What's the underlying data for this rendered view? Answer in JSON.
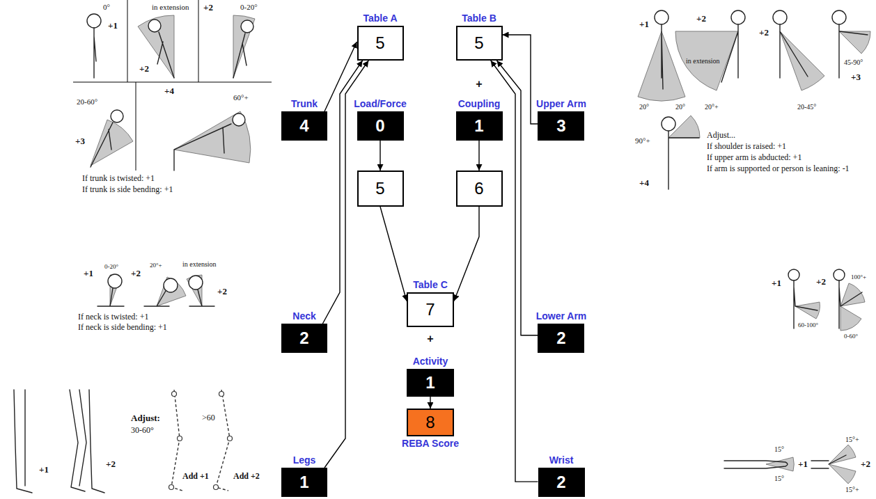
{
  "diagram": {
    "nodes": [
      {
        "text": [
          "Table A",
          "5"
        ]
      },
      {
        "text": [
          "Table B",
          "5"
        ]
      },
      {
        "text": [
          "Trunk",
          "4"
        ]
      },
      {
        "text": [
          "Load/Force",
          "0"
        ]
      },
      {
        "text": [
          "Coupling",
          "1"
        ]
      },
      {
        "text": [
          "Upper Arm",
          "3"
        ]
      },
      {
        "text": [
          "5"
        ]
      },
      {
        "text": [
          "6"
        ]
      },
      {
        "text": [
          "Table C",
          "7"
        ]
      },
      {
        "text": [
          "Neck",
          "2"
        ]
      },
      {
        "text": [
          "Lower Arm",
          "2"
        ]
      },
      {
        "text": [
          "Activity",
          "1"
        ]
      },
      {
        "text": [
          "8",
          "REBA Score"
        ]
      },
      {
        "text": [
          "Legs",
          "1"
        ]
      },
      {
        "text": [
          "Wrist",
          "2"
        ]
      }
    ],
    "edges": [
      {
        "from": 2,
        "to": 0,
        "arrow": "to"
      },
      {
        "from": 9,
        "to": 0,
        "arrow": "to"
      },
      {
        "from": 13,
        "to": 0,
        "arrow": "to"
      },
      {
        "from": 5,
        "to": 1,
        "arrow": "to"
      },
      {
        "from": 10,
        "to": 1,
        "arrow": "to"
      },
      {
        "from": 14,
        "to": 1,
        "arrow": "to"
      },
      {
        "from": 3,
        "to": 6,
        "arrow": "to"
      },
      {
        "from": 4,
        "to": 7,
        "arrow": "to"
      },
      {
        "from": 6,
        "to": 8,
        "arrow": "to"
      },
      {
        "from": 7,
        "to": 8,
        "arrow": "to"
      },
      {
        "from": 11,
        "to": 12,
        "arrow": "to"
      }
    ],
    "labels": [
      "+",
      "+",
      "0°",
      "+1",
      "in extension",
      "+2",
      "+2",
      "0-20°",
      "20-60°",
      "+3",
      "+4",
      "60°+",
      "If trunk is twisted: +1",
      "If trunk is side bending: +1",
      "+1",
      "0-20°",
      "+2",
      "20°+",
      "in extension",
      "+2",
      "If neck is twisted: +1",
      "If neck is side bending: +1",
      "+1",
      "+2",
      "Adjust:",
      "30-60°",
      ">60",
      "Add +1",
      "Add +2",
      "+1",
      "+2",
      "in extension",
      "+2",
      "45-90°",
      "20°",
      "20°",
      "20°+",
      "20-45°",
      "+3",
      "90°+",
      "+4",
      "Adjust...",
      "If shoulder is raised: +1",
      "If upper arm is abducted: +1",
      "If arm is supported or person is leaning: -1",
      "+1",
      "60-100°",
      "+2",
      "100°+",
      "0-60°",
      "15°",
      "15°",
      "+1",
      "15°+",
      "15°+",
      "+2"
    ]
  }
}
